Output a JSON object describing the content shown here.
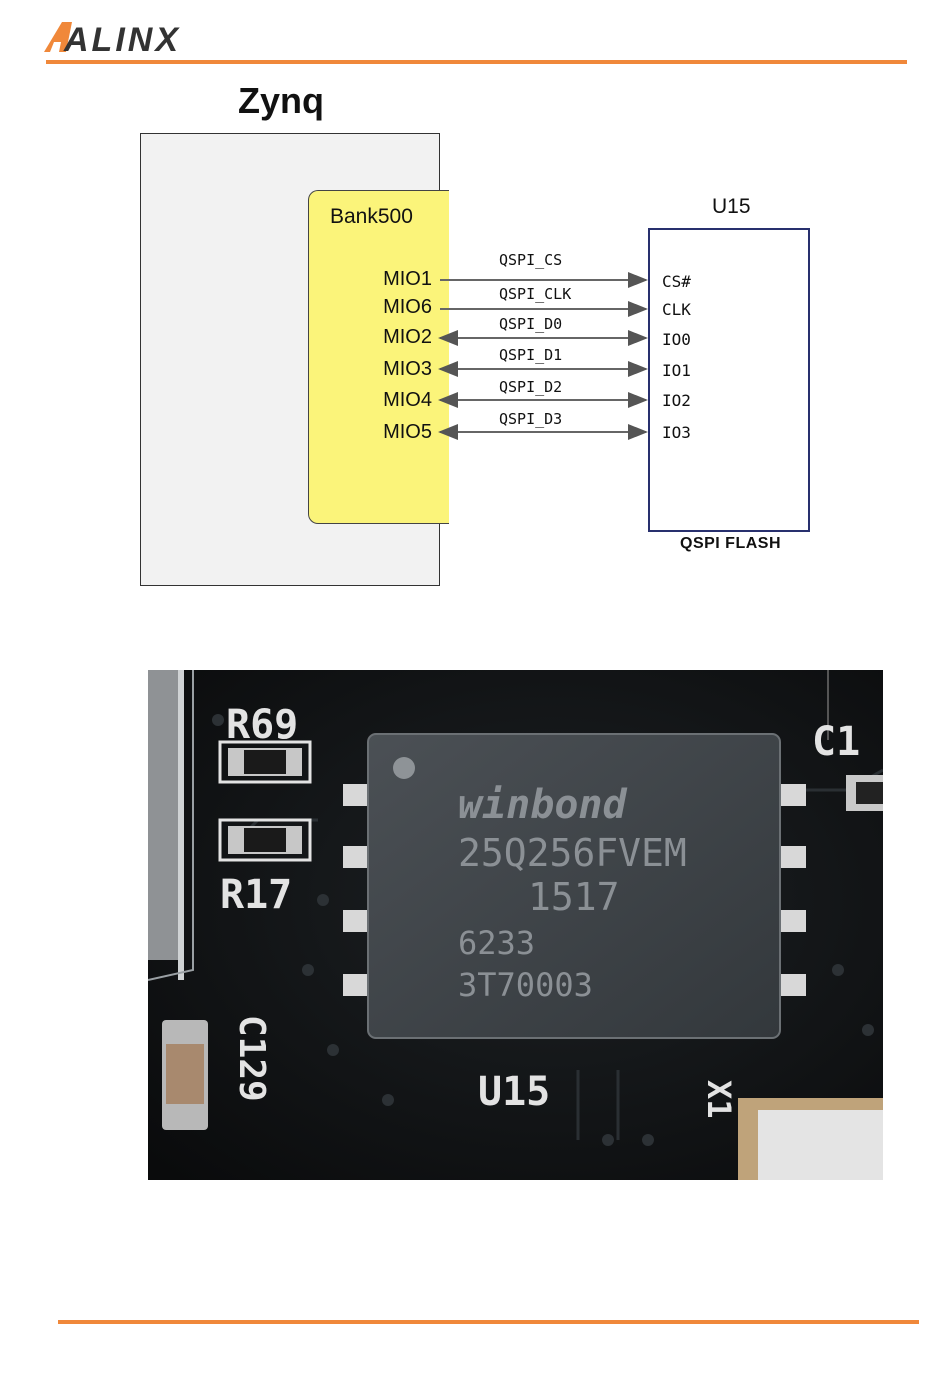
{
  "logo": {
    "text": "ALINX"
  },
  "diagram": {
    "title": "Zynq",
    "bank_label": "Bank500",
    "mio_pins": [
      "MIO1",
      "MIO6",
      "MIO2",
      "MIO3",
      "MIO4",
      "MIO5"
    ],
    "signals": [
      "QSPI_CS",
      "QSPI_CLK",
      "QSPI_D0",
      "QSPI_D1",
      "QSPI_D2",
      "QSPI_D3"
    ],
    "flash_pins": [
      "CS#",
      "CLK",
      "IO0",
      "IO1",
      "IO2",
      "IO3"
    ],
    "directions": [
      "out",
      "out",
      "bidir",
      "bidir",
      "bidir",
      "bidir"
    ],
    "flash_ref": "U15",
    "flash_name": "QSPI FLASH"
  },
  "photo": {
    "chip_brand": "winbond",
    "chip_part": "25Q256FVEM",
    "chip_code1": "1517",
    "chip_code2": "6233",
    "chip_code3": "3T70003",
    "silk_r69": "R69",
    "silk_r17": "R17",
    "silk_c1": "C1",
    "silk_c129": "C129",
    "silk_u15": "U15",
    "silk_x1": "X1"
  },
  "colors": {
    "accent": "#f0883a",
    "bank": "#fbf47a",
    "flash_border": "#28306e",
    "pcb": "#121416"
  }
}
